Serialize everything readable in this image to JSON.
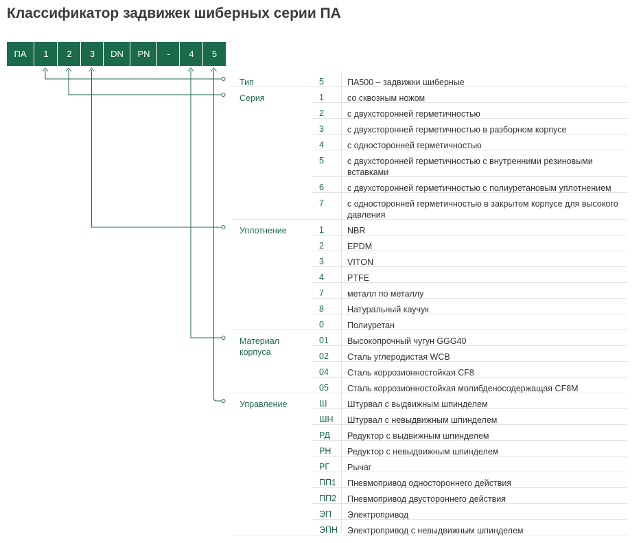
{
  "title": "Классификатор задвижек шиберных серии ПА",
  "code_parts": [
    "ПА",
    "1",
    "2",
    "3",
    "DN",
    "PN",
    "-",
    "4",
    "5"
  ],
  "categories": [
    {
      "label": "Тип",
      "rows": [
        {
          "code": "5",
          "desc": "ПА500 – задвижки шиберные"
        }
      ]
    },
    {
      "label": "Серия",
      "rows": [
        {
          "code": "1",
          "desc": "со сквозным ножом"
        },
        {
          "code": "2",
          "desc": "с двухсторонней герметичностью"
        },
        {
          "code": "3",
          "desc": "с двухсторонней герметичностью в разборном корпусе"
        },
        {
          "code": "4",
          "desc": "с односторонней герметичностью"
        },
        {
          "code": "5",
          "desc": "с двухсторонней герметичностью с внутренними резиновыми вставками"
        },
        {
          "code": "6",
          "desc": "с двухсторонней герметичностью с полиуретановым уплотнением"
        },
        {
          "code": "7",
          "desc": "с односторонней герметичностью в закрытом корпусе для высокого давления"
        }
      ]
    },
    {
      "label": "Уплотнение",
      "rows": [
        {
          "code": "1",
          "desc": "NBR"
        },
        {
          "code": "2",
          "desc": "EPDM"
        },
        {
          "code": "3",
          "desc": "VITON"
        },
        {
          "code": "4",
          "desc": "PTFE"
        },
        {
          "code": "7",
          "desc": "металл по металлу"
        },
        {
          "code": "8",
          "desc": "Натуральный каучук"
        },
        {
          "code": "0",
          "desc": "Полиуретан"
        }
      ]
    },
    {
      "label": "Материал корпуса",
      "rows": [
        {
          "code": "01",
          "desc": "Высокопрочный чугун GGG40"
        },
        {
          "code": "02",
          "desc": "Сталь углеродистая WCB"
        },
        {
          "code": "04",
          "desc": "Сталь коррозионностойкая CF8"
        },
        {
          "code": "05",
          "desc": "Сталь коррозионностойкая молибденосодержащая CF8M"
        }
      ]
    },
    {
      "label": "Управление",
      "rows": [
        {
          "code": "Ш",
          "desc": "Штурвал с выдвижным шпинделем"
        },
        {
          "code": "ШН",
          "desc": "Штурвал с невыдвижным шпинделем"
        },
        {
          "code": "РД",
          "desc": "Редуктор с выдвижным шпинделем"
        },
        {
          "code": "РН",
          "desc": "Редуктор с невыдвижным шпинделем"
        },
        {
          "code": "РГ",
          "desc": "Рычаг"
        },
        {
          "code": "ПП1",
          "desc": "Пневмопривод одностороннего действия"
        },
        {
          "code": "ПП2",
          "desc": "Пневмопривод двустороннего действия"
        },
        {
          "code": "ЭП",
          "desc": "Электропривод"
        },
        {
          "code": "ЭПН",
          "desc": "Электропривод с невыдвижным шпинделем"
        }
      ]
    }
  ],
  "colors": {
    "accent": "#1c6a4c",
    "divider": "#e2e2e2",
    "text": "#333333"
  }
}
